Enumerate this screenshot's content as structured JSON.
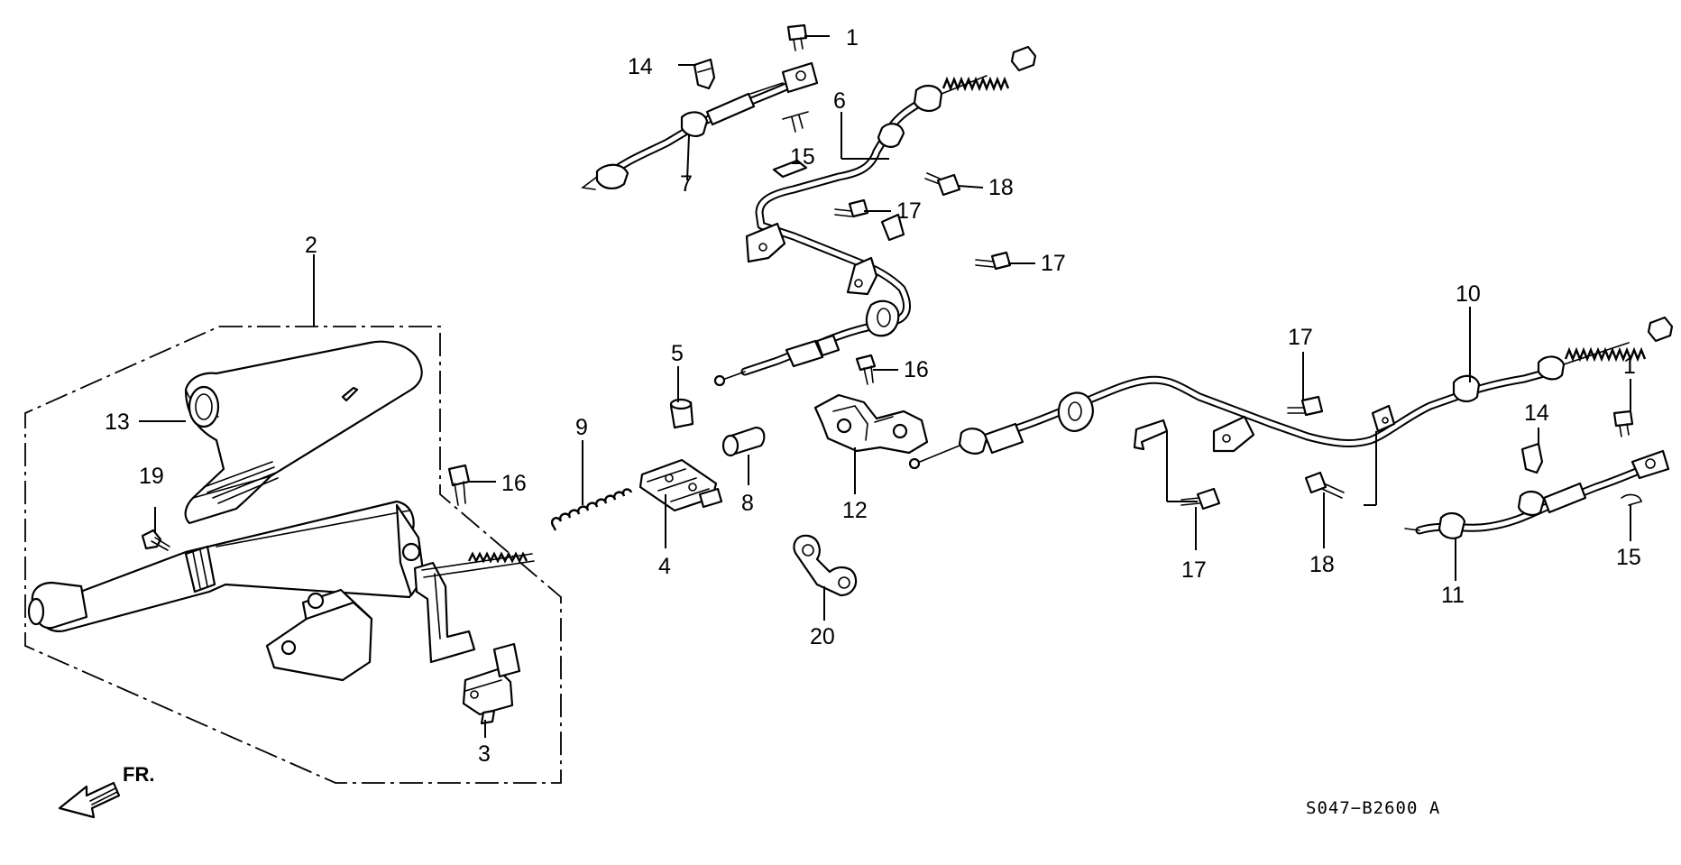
{
  "diagram": {
    "callouts": [
      "1",
      "2",
      "3",
      "4",
      "5",
      "6",
      "7",
      "8",
      "9",
      "10",
      "11",
      "12",
      "13",
      "14",
      "15",
      "16",
      "17",
      "18",
      "19",
      "20"
    ],
    "direction_label": "FR.",
    "diagram_code": "S047−B2600 A"
  },
  "labels": {
    "c1_top": "1",
    "c14_top": "14",
    "c6": "6",
    "c15_top": "15",
    "c7": "7",
    "c18_top": "18",
    "c17_a": "17",
    "c17_b": "17",
    "c2": "2",
    "c13": "13",
    "c19": "19",
    "c16_left": "16",
    "c3": "3",
    "c9": "9",
    "c5": "5",
    "c4": "4",
    "c8": "8",
    "c16_mid": "16",
    "c12": "12",
    "c20": "20",
    "c10": "10",
    "c17_c": "17",
    "c17_d": "17",
    "c18_bottom": "18",
    "c1_right": "1",
    "c14_right": "14",
    "c15_right": "15",
    "c11": "11"
  }
}
